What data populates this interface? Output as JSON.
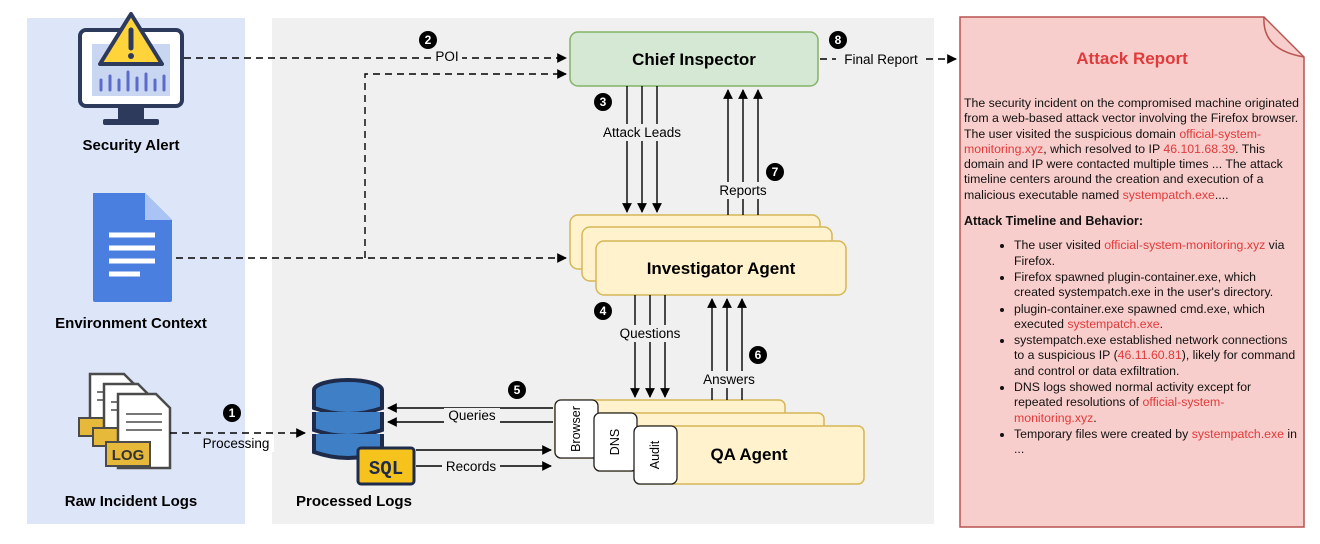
{
  "inputs": {
    "security_alert": "Security Alert",
    "environment_context": "Environment Context",
    "raw_logs": "Raw Incident Logs",
    "log_icon_text": "LOG"
  },
  "db": {
    "label": "Processed Logs",
    "sql_text": "SQL"
  },
  "agents": {
    "chief": "Chief Inspector",
    "investigator": "Investigator Agent",
    "qa": "QA Agent",
    "tools": [
      "Browser",
      "DNS",
      "Audit"
    ]
  },
  "steps": [
    "1",
    "2",
    "3",
    "4",
    "5",
    "6",
    "7",
    "8"
  ],
  "edges": {
    "processing": "Processing",
    "poi": "POI",
    "attack_leads": "Attack Leads",
    "reports": "Reports",
    "questions": "Questions",
    "answers": "Answers",
    "queries": "Queries",
    "records": "Records",
    "final_report": "Final Report"
  },
  "report": {
    "title": "Attack Report",
    "summary": {
      "p1": "The security incident on the compromised machine originated from a web-based attack vector involving the Firefox browser. The user visited the suspicious domain ",
      "domain": "official-system-monitoring.xyz",
      "p2": ", which resolved to IP ",
      "ip": "46.101.68.39",
      "p3": ". This domain and IP were contacted multiple times ... The attack timeline centers around the creation and execution of a malicious executable named ",
      "exe": "systempatch.exe",
      "p4": "...."
    },
    "timeline_heading": "Attack Timeline and Behavior:",
    "timeline": {
      "b1_a": "The user visited ",
      "b1_domain": "official-system-monitoring.xyz",
      "b1_b": " via Firefox.",
      "b2": "Firefox spawned plugin-container.exe, which created systempatch.exe in the user's directory.",
      "b3_a": "plugin-container.exe spawned cmd.exe, which executed ",
      "b3_exe": "systempatch.exe",
      "b3_b": ".",
      "b4_a": "systempatch.exe established network connections to a suspicious IP (",
      "b4_ip": "46.11.60.81",
      "b4_b": "), likely for command and control or data exfiltration.",
      "b5_a": "DNS logs showed normal activity except for repeated resolutions of ",
      "b5_domain": "official-system-monitoring.xyz",
      "b5_b": ".",
      "b6_a": "Temporary files were created by ",
      "b6_exe": "systempatch.exe",
      "b6_b": " in ..."
    }
  },
  "colors": {
    "left_panel": "#dde5f8",
    "mid_panel": "#f0f0f0",
    "chief_fill": "#d5e8d4",
    "chief_stroke": "#82b366",
    "agent_fill": "#fff2cc",
    "agent_stroke": "#d6b656",
    "report_fill": "#f8cecc",
    "report_stroke": "#b85450",
    "report_title": "#e03a3a",
    "db_blue": "#3f7fc5",
    "doc_blue": "#4a7fe0",
    "sql_yellow": "#f6c21c",
    "log_yellow": "#e6b93a"
  }
}
